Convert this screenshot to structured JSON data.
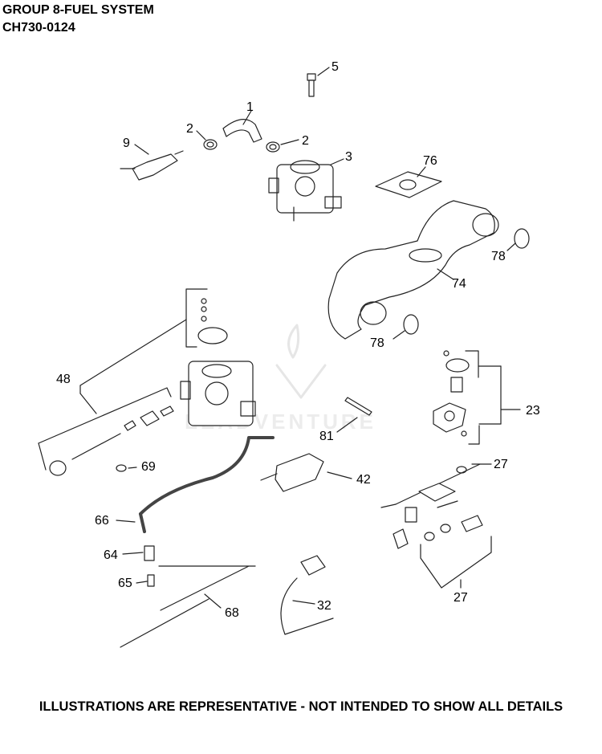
{
  "header": {
    "title": "GROUP 8-FUEL SYSTEM",
    "model": "CH730-0124"
  },
  "footer": {
    "note": "ILLUSTRATIONS ARE REPRESENTATIVE - NOT INTENDED TO SHOW ALL DETAILS"
  },
  "watermark": "LEADVENTURE",
  "callouts": {
    "c1": "1",
    "c2a": "2",
    "c2b": "2",
    "c3": "3",
    "c5": "5",
    "c9": "9",
    "c76": "76",
    "c78a": "78",
    "c74": "74",
    "c78b": "78",
    "c48": "48",
    "c23": "23",
    "c81": "81",
    "c69": "69",
    "c42": "42",
    "c27a": "27",
    "c66": "66",
    "c64": "64",
    "c65": "65",
    "c68": "68",
    "c32": "32",
    "c27b": "27"
  }
}
